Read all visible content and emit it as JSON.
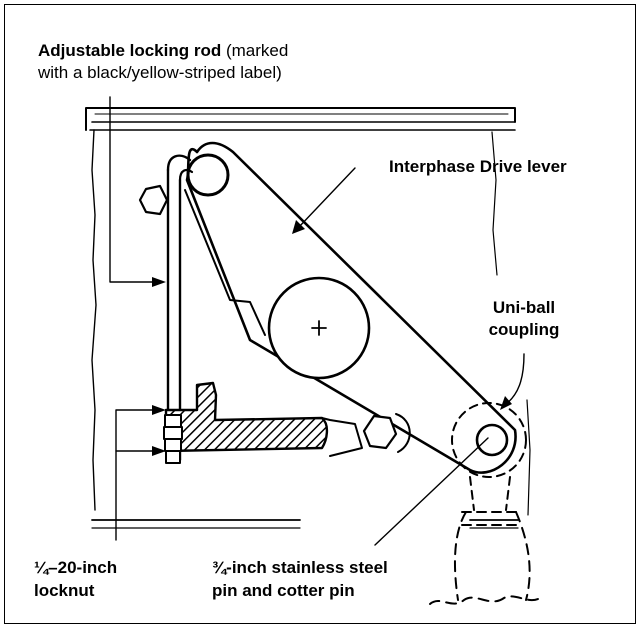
{
  "labels": {
    "locking_rod_bold": "Adjustable locking rod",
    "locking_rod_rest1": "(marked",
    "locking_rod_rest2": "with a black/yellow-striped label)",
    "drive_lever": "Interphase Drive lever",
    "uniball_line1": "Uni-ball",
    "uniball_line2": "coupling",
    "locknut_line1": "¼–20-inch",
    "locknut_line2": "locknut",
    "pin_line1": "¾-inch stainless steel",
    "pin_line2": "pin and cotter pin"
  },
  "colors": {
    "ink": "#000000",
    "paper": "#ffffff"
  }
}
